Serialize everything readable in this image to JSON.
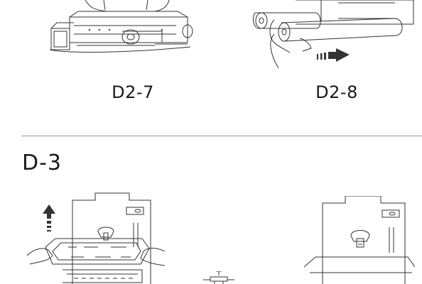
{
  "figures": {
    "top_left_caption": "D2-7",
    "top_right_caption": "D2-8"
  },
  "section": {
    "title": "D-3"
  },
  "icons": [
    "up-arrow-icon",
    "right-arrow-icon"
  ]
}
